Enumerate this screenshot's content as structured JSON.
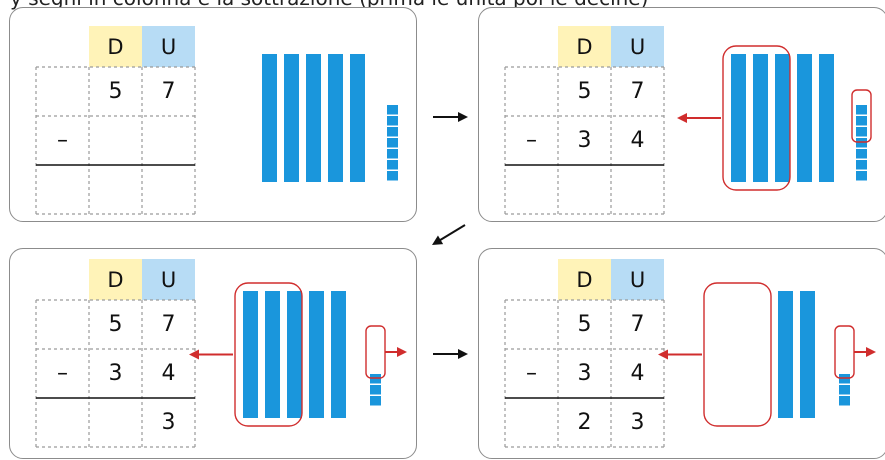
{
  "caption": "y segni in colonna e la sottrazione (prima le unità poi le decine)",
  "headers": {
    "tens": "D",
    "units": "U"
  },
  "minus_sign": "–",
  "colors": {
    "tens_header_bg": "#fff3b8",
    "units_header_bg": "#b7dcf5",
    "blocks": "#1a96dc",
    "highlight": "#d02d2d",
    "arrow": "#111111"
  },
  "panels": [
    {
      "rows": [
        [
          "",
          "5",
          "7"
        ],
        [
          "–",
          "",
          ""
        ],
        [
          "",
          "",
          ""
        ]
      ],
      "tens_rods": 5,
      "unit_cubes": 7,
      "tens_removed": 0,
      "units_removed": 0,
      "tens_taken_shown": false,
      "units_taken_shown": false
    },
    {
      "rows": [
        [
          "",
          "5",
          "7"
        ],
        [
          "–",
          "3",
          "4"
        ],
        [
          "",
          "",
          ""
        ]
      ],
      "tens_rods": 5,
      "unit_cubes": 7,
      "tens_removed": 3,
      "units_removed": 4,
      "tens_taken_shown": true,
      "units_taken_shown": true
    },
    {
      "rows": [
        [
          "",
          "5",
          "7"
        ],
        [
          "–",
          "3",
          "4"
        ],
        [
          "",
          "",
          "3"
        ]
      ],
      "tens_rods": 5,
      "unit_cubes": 3,
      "tens_removed": 3,
      "units_removed": 4,
      "tens_taken_shown": true,
      "units_taken_shown": false
    },
    {
      "rows": [
        [
          "",
          "5",
          "7"
        ],
        [
          "–",
          "3",
          "4"
        ],
        [
          "",
          "2",
          "3"
        ]
      ],
      "tens_rods": 2,
      "unit_cubes": 3,
      "tens_removed": 3,
      "units_removed": 4,
      "tens_taken_shown": false,
      "units_taken_shown": false
    }
  ]
}
